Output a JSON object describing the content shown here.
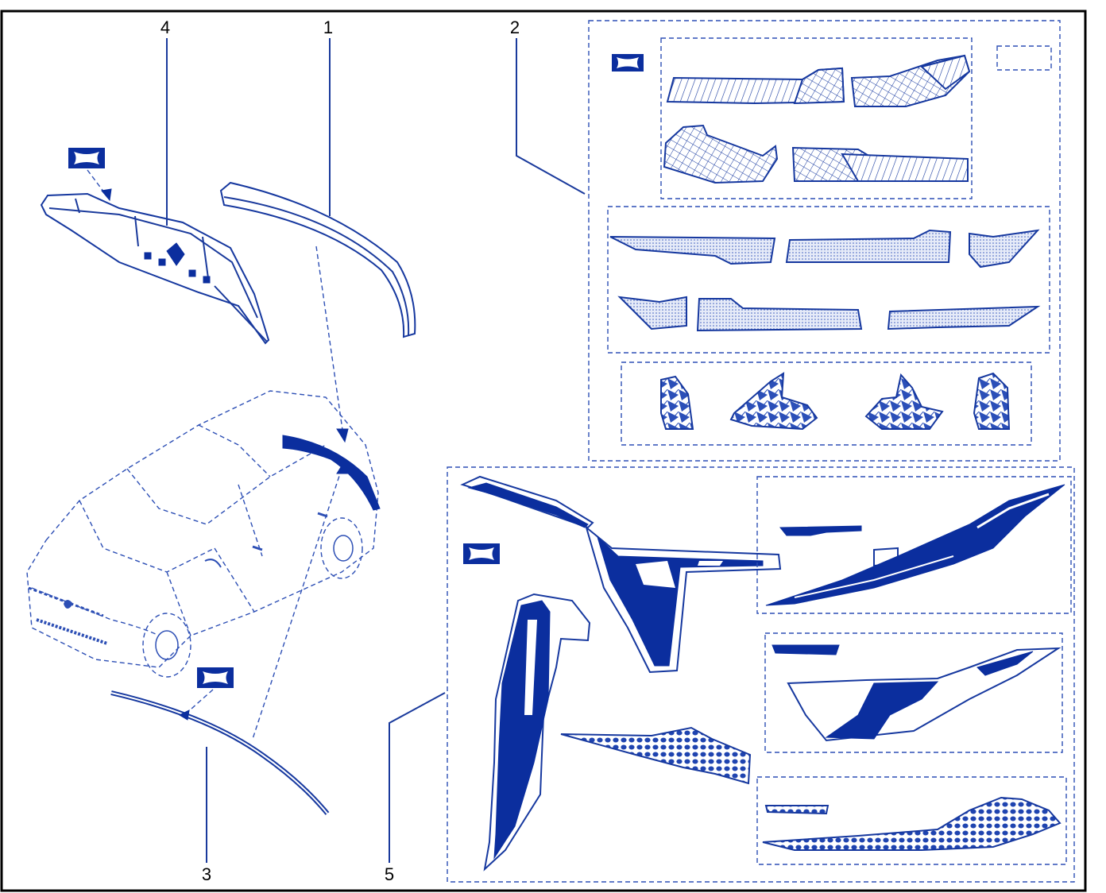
{
  "callouts": {
    "part1": "1",
    "part2": "2",
    "part3": "3",
    "part4": "4",
    "part5": "5"
  },
  "colors": {
    "line_art": "#16389f",
    "dark_fill": "#0b2e9e",
    "frame": "#000000"
  },
  "icons": [
    "label-tag-icon"
  ]
}
